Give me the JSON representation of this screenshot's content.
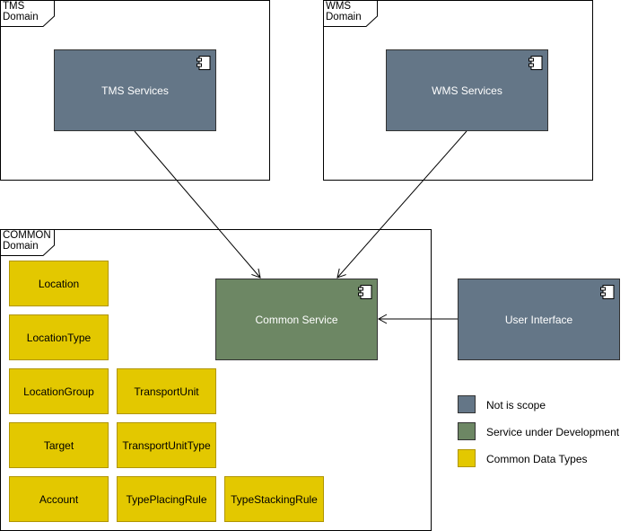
{
  "domains": {
    "tms": {
      "line1": "TMS",
      "line2": "Domain"
    },
    "wms": {
      "line1": "WMS",
      "line2": "Domain"
    },
    "common": {
      "line1": "COMMON",
      "line2": "Domain"
    }
  },
  "components": {
    "tms_services": "TMS Services",
    "wms_services": "WMS Services",
    "common_service": "Common Service",
    "user_interface": "User Interface"
  },
  "data_types": {
    "location": "Location",
    "location_type": "LocationType",
    "location_group": "LocationGroup",
    "transport_unit": "TransportUnit",
    "target": "Target",
    "transport_unit_type": "TransportUnitType",
    "account": "Account",
    "type_placing_rule": "TypePlacingRule",
    "type_stacking_rule": "TypeStackingRule"
  },
  "legend": {
    "not_in_scope": "Not is scope",
    "under_development": "Service under Development",
    "common_data_types": "Common Data Types"
  },
  "colors": {
    "not_in_scope": "#647687",
    "under_development": "#6d8764",
    "common_data_types": "#e3c800"
  }
}
